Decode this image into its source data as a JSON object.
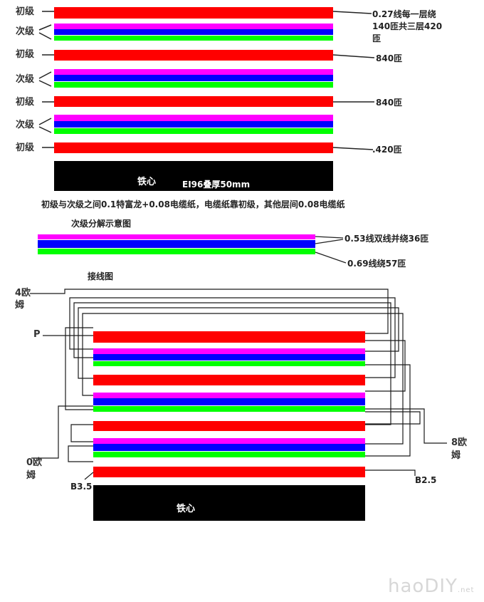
{
  "colors": {
    "primary": "#ff0000",
    "secondary_top": "#ff00ff",
    "secondary_mid": "#0000ff",
    "secondary_bottom": "#00ff00",
    "core": "#000000",
    "wire": "#1a1a1a"
  },
  "top_stack": {
    "labels": {
      "primary_1": "初级",
      "secondary_1": "次级",
      "primary_2": "初级",
      "secondary_2": "次级",
      "primary_3": "初级",
      "secondary_3": "次级",
      "primary_4": "初级"
    },
    "annotations": {
      "line1": "0.27线每一层绕",
      "line2": "140匝共三层420",
      "line3": "匝",
      "p2": "840匝",
      "p3": "840匝",
      "p4": ".420匝"
    },
    "core_label": "铁心",
    "core_spec": "EI96叠厚50mm"
  },
  "insulation_note": "初级与次级之间0.1特富龙+0.08电缆纸，电缆纸靠初级，其他层间0.08电缆纸",
  "secondary_breakdown": {
    "title": "次级分解示意图",
    "upper_note": "0.53线双线并绕36匝",
    "lower_note": "0.69线绕57匝"
  },
  "wiring": {
    "title": "接线图",
    "tap_4ohm_line1": "4欧",
    "tap_4ohm_line2": "姆",
    "tap_p": "P",
    "tap_0ohm_line1": "0欧",
    "tap_0ohm_line2": "姆",
    "tap_8ohm_line1": "8欧",
    "tap_8ohm_line2": "姆",
    "tap_b35": "B3.5",
    "tap_b25": "B2.5",
    "core_label": "铁心"
  },
  "watermark": {
    "main": "haoDIY",
    "suffix": ".net"
  }
}
